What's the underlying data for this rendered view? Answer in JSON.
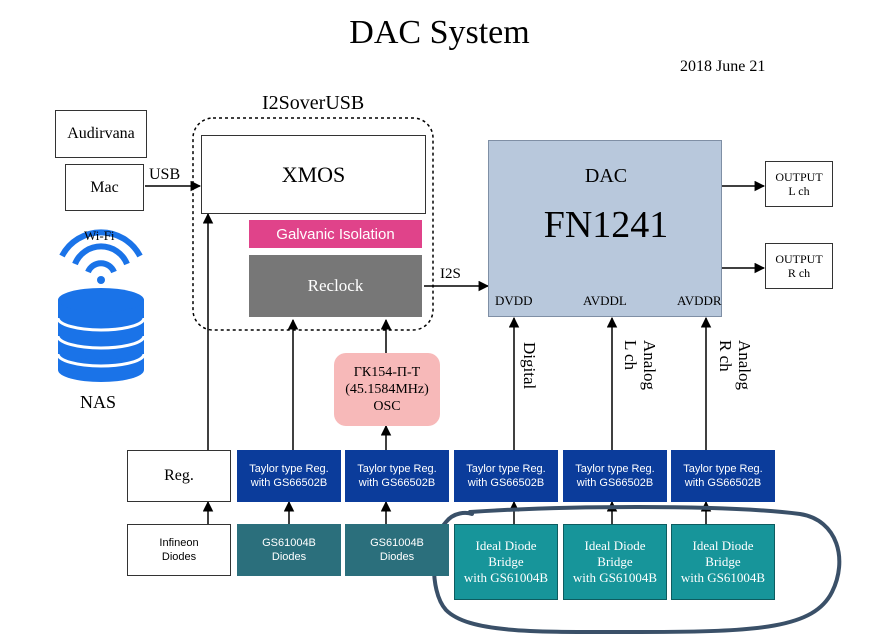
{
  "title": "DAC System",
  "date": "2018 June 21",
  "i2s_over_usb": "I2SoverUSB",
  "sources": {
    "audirvana": "Audirvana",
    "mac": "Mac",
    "usb_label": "USB",
    "wifi_label": "Wi-Fi",
    "nas_label": "NAS"
  },
  "xmos": "XMOS",
  "galvanic": "Galvanic Isolation",
  "reclock": "Reclock",
  "i2s_label": "I2S",
  "osc": {
    "line1": "ГК154-П-Т",
    "line2": "(45.1584MHz)",
    "line3": "OSC"
  },
  "dac": {
    "label": "DAC",
    "model": "FN1241",
    "pins": [
      "DVDD",
      "AVDDL",
      "AVDDR"
    ]
  },
  "outputs": [
    {
      "line1": "OUTPUT",
      "line2": "L ch"
    },
    {
      "line1": "OUTPUT",
      "line2": "R ch"
    }
  ],
  "rail_labels": [
    "Digital",
    "Analog\nL ch",
    "Analog\nR ch"
  ],
  "regulator": "Reg.",
  "taylor_regs": [
    {
      "line1": "Taylor type Reg.",
      "line2": "with GS66502B"
    },
    {
      "line1": "Taylor type Reg.",
      "line2": "with GS66502B"
    },
    {
      "line1": "Taylor type Reg.",
      "line2": "with GS66502B"
    },
    {
      "line1": "Taylor type Reg.",
      "line2": "with GS66502B"
    },
    {
      "line1": "Taylor type Reg.",
      "line2": "with GS66502B"
    }
  ],
  "infineon": {
    "line1": "Infineon",
    "line2": "Diodes"
  },
  "gs_diodes": [
    {
      "line1": "GS61004B",
      "line2": "Diodes"
    },
    {
      "line1": "GS61004B",
      "line2": "Diodes"
    }
  ],
  "ideal_bridges": [
    {
      "line1": "Ideal Diode",
      "line2": "Bridge",
      "line3": "with GS61004B"
    },
    {
      "line1": "Ideal Diode",
      "line2": "Bridge",
      "line3": "with GS61004B"
    },
    {
      "line1": "Ideal Diode",
      "line2": "Bridge",
      "line3": "with GS61004B"
    }
  ],
  "colors": {
    "galvanic": "#e0438a",
    "reclock": "#777777",
    "osc_fill": "#f7b9b9",
    "dac_fill": "#b8c8dc",
    "taylor": "#0b3c9b",
    "gs_diode": "#2b6f7c",
    "ideal_bridge": "#17959a",
    "highlight": "#3a5068",
    "wifi": "#1a73e8"
  }
}
